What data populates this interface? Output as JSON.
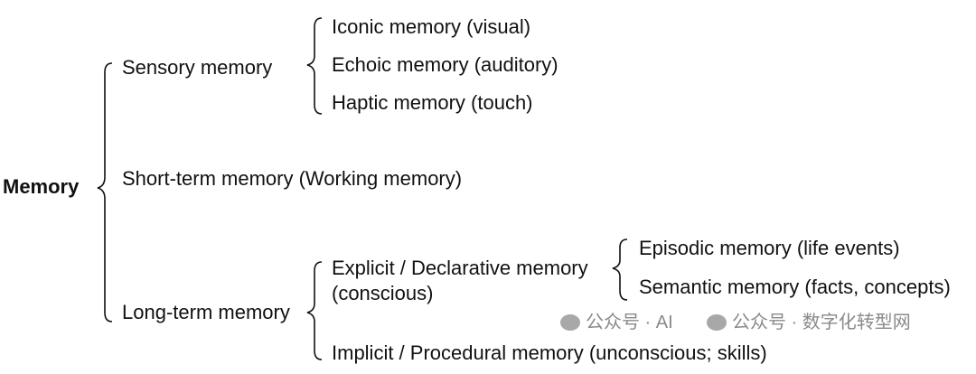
{
  "root": "Memory",
  "sensory": {
    "label": "Sensory memory",
    "children": [
      "Iconic memory (visual)",
      "Echoic memory (auditory)",
      "Haptic memory (touch)"
    ]
  },
  "short_term": {
    "label": "Short-term memory (Working memory)"
  },
  "long_term": {
    "label": "Long-term memory",
    "explicit": {
      "label_line1": "Explicit / Declarative memory",
      "label_line2": "(conscious)",
      "children": [
        "Episodic memory (life events)",
        "Semantic memory (facts, concepts)"
      ]
    },
    "implicit": {
      "label": "Implicit / Procedural memory (unconscious; skills)"
    }
  },
  "watermark": {
    "text1": "公众号 · AI",
    "text2": "公众号 · 数字化转型网"
  },
  "colors": {
    "text": "#111111",
    "bracket": "#111111",
    "watermark": "#9a9a9a"
  }
}
